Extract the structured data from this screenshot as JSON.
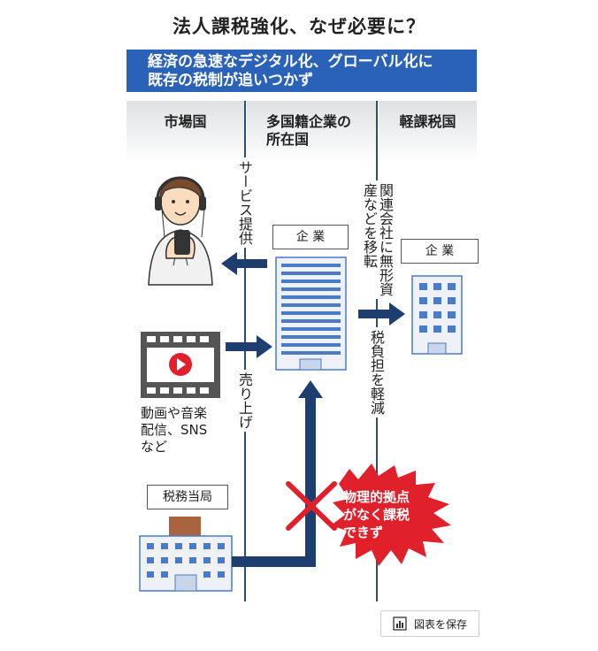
{
  "title": "法人課税強化、なぜ必要に？",
  "banner": {
    "line1": "経済の急速なデジタル化、グローバル化に",
    "line2": "既存の税制が追いつかず"
  },
  "columns": [
    {
      "label": "市場国"
    },
    {
      "label_line1": "多国籍企業の",
      "label_line2": "所在国"
    },
    {
      "label": "軽課税国"
    }
  ],
  "labels": {
    "service": "サービス提供",
    "sales": "売り上げ",
    "transfer": "関連会社に無形資産などを移転",
    "reduce": "税負担を軽減",
    "company_main": "企 業",
    "company_low": "企 業",
    "tax_office": "税務当局",
    "media_line1": "動画や音楽",
    "media_line2": "配信、SNS",
    "media_line3": "など",
    "burst_line1": "物理的拠点",
    "burst_line2": "がなく課税",
    "burst_line3": "できず"
  },
  "save_button": {
    "label": "図表を保存"
  },
  "colors": {
    "accent_blue": "#2a62b8",
    "arrow_navy": "#1d3e6e",
    "alert_red": "#e0202a",
    "building_blue": "#4a7bc4"
  }
}
